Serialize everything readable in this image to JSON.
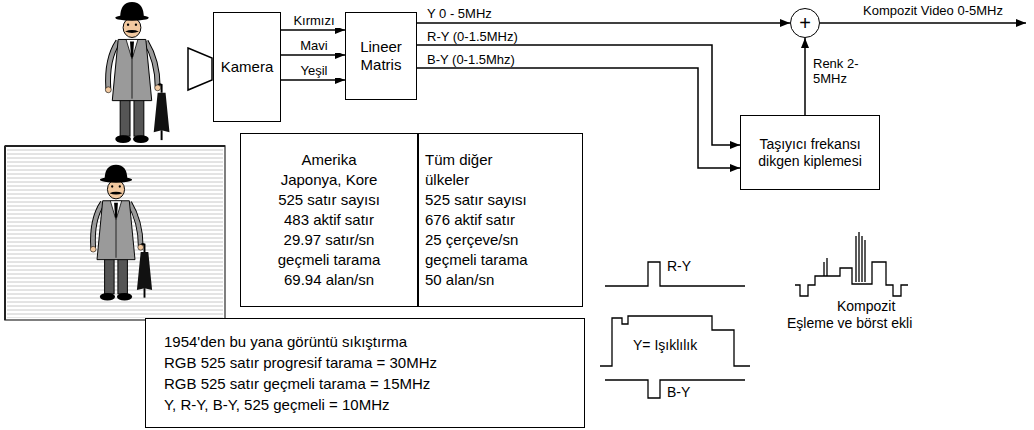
{
  "diagram": {
    "nodes": [
      {
        "text": [
          "Kamera"
        ]
      },
      {
        "text": [
          "Lineer Matris"
        ]
      },
      {
        "text": [
          "+"
        ]
      },
      {
        "text": [
          "Taşıyıcı frekansı dikgen kiplemesi"
        ]
      },
      {
        "text": [
          "Amerika",
          "Japonya, Kore",
          "525 satır sayısı",
          "483 aktif satır",
          "29.97 satır/sn",
          "geçmeli tarama",
          "69.94 alan/sn"
        ]
      },
      {
        "text": [
          "Tüm diğer",
          "ülkeler",
          "525 satır sayısı",
          "676 aktif satır",
          "25 çerçeve/sn",
          "geçmeli tarama",
          "50 alan/sn"
        ]
      },
      {
        "text": [
          "1954'den bu yana görüntü sıkıştırma",
          "RGB 525 satır progresif tarama = 30MHz",
          "RGB 525 satır geçmeli tarama = 15MHz",
          "Y, R-Y, B-Y, 525 geçmeli = 10MHz"
        ]
      }
    ],
    "edges": [
      {
        "from": 0,
        "to": 1,
        "label": "Kırmızı",
        "arrow": "to"
      },
      {
        "from": 0,
        "to": 1,
        "label": "Mavi",
        "arrow": "to"
      },
      {
        "from": 0,
        "to": 1,
        "label": "Yeşil",
        "arrow": "to"
      },
      {
        "from": 1,
        "to": 2,
        "label": "Y 0 - 5MHz",
        "arrow": "to"
      },
      {
        "from": 1,
        "to": 3,
        "label": "R-Y (0-1.5MHz)",
        "arrow": "to"
      },
      {
        "from": 1,
        "to": 3,
        "label": "B-Y (0-1.5Mhz)",
        "arrow": "to"
      },
      {
        "from": 3,
        "to": 2,
        "label": "Renk 2-5MHz",
        "arrow": "to"
      }
    ],
    "labels": [
      "Kompozit Video 0-5MHz",
      "R-Y",
      "Y= Işıklılık",
      "B-Y",
      "Kompozit",
      "Eşleme ve börst ekli"
    ]
  }
}
